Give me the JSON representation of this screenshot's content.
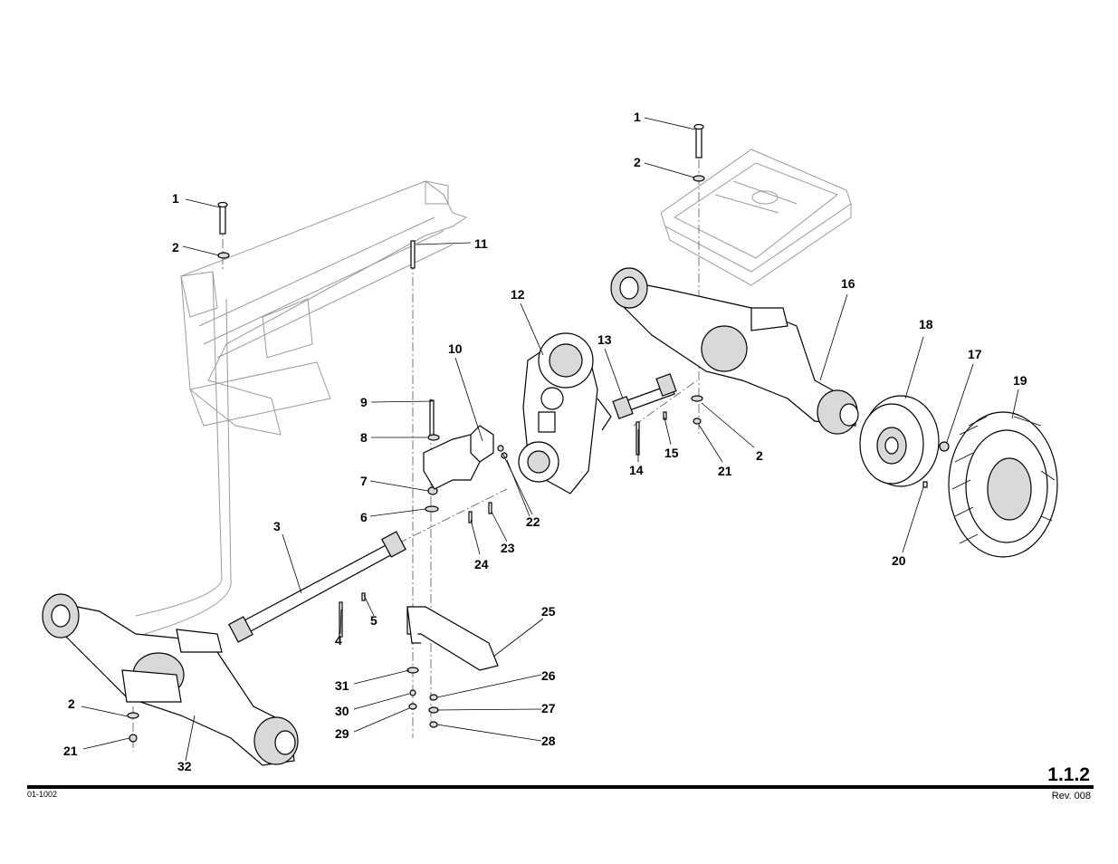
{
  "sheet": {
    "number": "1.1.2",
    "drawing_id": "01-1002",
    "revision": "Rev. 008"
  },
  "callouts": [
    "1",
    "2",
    "1",
    "2",
    "11",
    "12",
    "10",
    "13",
    "16",
    "18",
    "17",
    "19",
    "9",
    "8",
    "7",
    "6",
    "3",
    "5",
    "4",
    "15",
    "14",
    "21",
    "2",
    "22",
    "23",
    "24",
    "20",
    "25",
    "31",
    "30",
    "29",
    "26",
    "27",
    "28",
    "2",
    "21",
    "32"
  ]
}
